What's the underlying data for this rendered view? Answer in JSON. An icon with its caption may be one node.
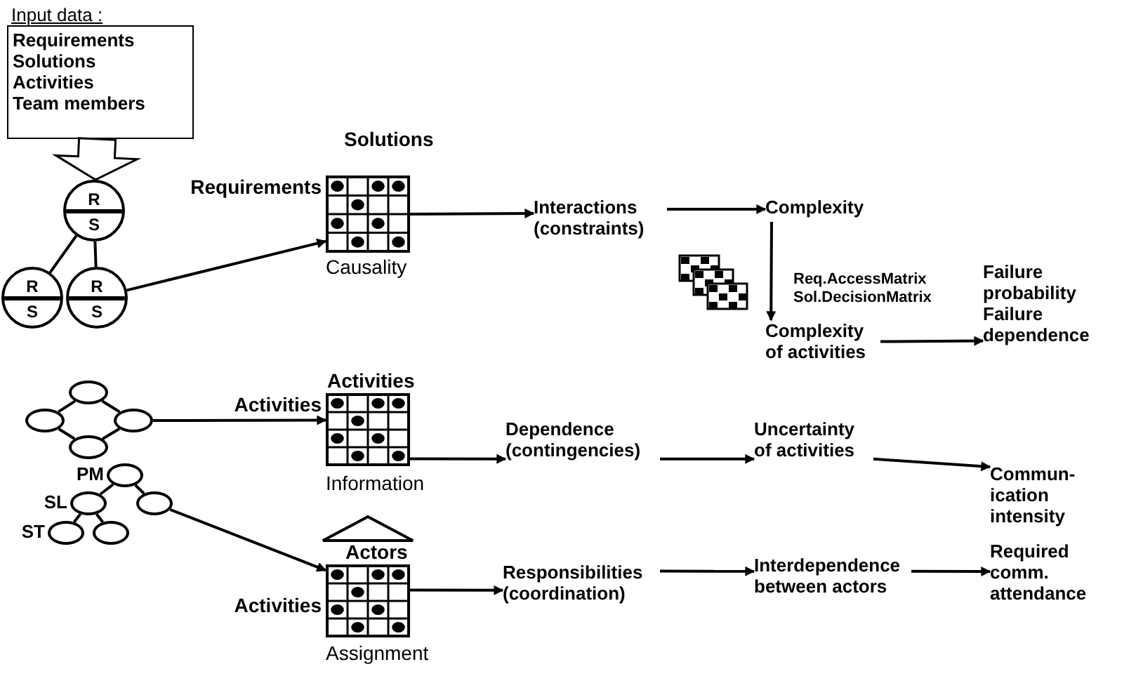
{
  "diagram": {
    "nodes": [
      {
        "text": [
          "Input data :",
          "Requirements",
          "Solutions",
          "Activities",
          "Team members"
        ]
      },
      {
        "text": [
          "R",
          "S"
        ]
      },
      {
        "text": [
          "R",
          "S"
        ]
      },
      {
        "text": [
          "R",
          "S"
        ]
      },
      {
        "text": [],
        "shape": "grid",
        "beside": [
          "Causality"
        ]
      },
      {
        "text": [
          "Interactions (constraints)"
        ]
      },
      {
        "text": [
          "Complexity"
        ]
      },
      {
        "text": [
          "Complexity of activities"
        ]
      },
      {
        "text": [
          "Failure probability",
          "Failure dependence"
        ]
      },
      {
        "text": [],
        "shape": "ellipse"
      },
      {
        "text": [],
        "shape": "ellipse"
      },
      {
        "text": [],
        "shape": "ellipse"
      },
      {
        "text": [],
        "shape": "ellipse"
      },
      {
        "text": [],
        "shape": "grid",
        "beside": [
          "Information"
        ]
      },
      {
        "text": [
          "Dependence (contingencies)"
        ]
      },
      {
        "text": [
          "Uncertainty of activities"
        ]
      },
      {
        "text": [
          "Commun- ication intensity"
        ]
      },
      {
        "text": [],
        "shape": "ellipse",
        "beside": [
          "PM"
        ]
      },
      {
        "text": [],
        "shape": "ellipse",
        "beside": [
          "SL"
        ]
      },
      {
        "text": [],
        "shape": "ellipse"
      },
      {
        "text": [],
        "shape": "ellipse",
        "beside": [
          "ST"
        ]
      },
      {
        "text": [],
        "shape": "ellipse"
      },
      {
        "text": [],
        "shape": "grid",
        "beside": [
          "Assignment"
        ]
      },
      {
        "text": [
          "Responsibilities (coordination)"
        ]
      },
      {
        "text": [
          "Interdependence between actors"
        ]
      },
      {
        "text": [
          "Required comm. attendance"
        ]
      }
    ],
    "edges": [
      {
        "from": 0,
        "to": 1,
        "arrow": "to",
        "style": "thick"
      },
      {
        "from": 1,
        "to": 2,
        "arrow": "none"
      },
      {
        "from": 1,
        "to": 3,
        "arrow": "none"
      },
      {
        "from": 3,
        "to": 4,
        "arrow": "to"
      },
      {
        "from": 4,
        "to": 5,
        "arrow": "to"
      },
      {
        "from": 5,
        "to": 6,
        "arrow": "to"
      },
      {
        "from": 6,
        "to": 7,
        "arrow": "to",
        "label": "Req.AccessMatrix Sol.DecisionMatrix"
      },
      {
        "from": 7,
        "to": 8,
        "arrow": "to"
      },
      {
        "from": 9,
        "to": 10,
        "arrow": "none"
      },
      {
        "from": 9,
        "to": 11,
        "arrow": "none"
      },
      {
        "from": 10,
        "to": 12,
        "arrow": "none"
      },
      {
        "from": 12,
        "to": 11,
        "arrow": "none"
      },
      {
        "from": 11,
        "to": 13,
        "arrow": "to"
      },
      {
        "from": 13,
        "to": 14,
        "arrow": "to"
      },
      {
        "from": 14,
        "to": 15,
        "arrow": "to"
      },
      {
        "from": 15,
        "to": 16,
        "arrow": "to"
      },
      {
        "from": 17,
        "to": 18,
        "arrow": "none"
      },
      {
        "from": 17,
        "to": 19,
        "arrow": "none"
      },
      {
        "from": 18,
        "to": 20,
        "arrow": "none"
      },
      {
        "from": 18,
        "to": 21,
        "arrow": "none"
      },
      {
        "from": 19,
        "to": 22,
        "arrow": "to"
      },
      {
        "from": 22,
        "to": 23,
        "arrow": "to"
      },
      {
        "from": 23,
        "to": 24,
        "arrow": "to"
      },
      {
        "from": 24,
        "to": 25,
        "arrow": "to"
      }
    ],
    "labels": [
      "Solutions",
      "Requirements",
      "Activities",
      "Activities",
      "Actors",
      "Activities"
    ]
  }
}
